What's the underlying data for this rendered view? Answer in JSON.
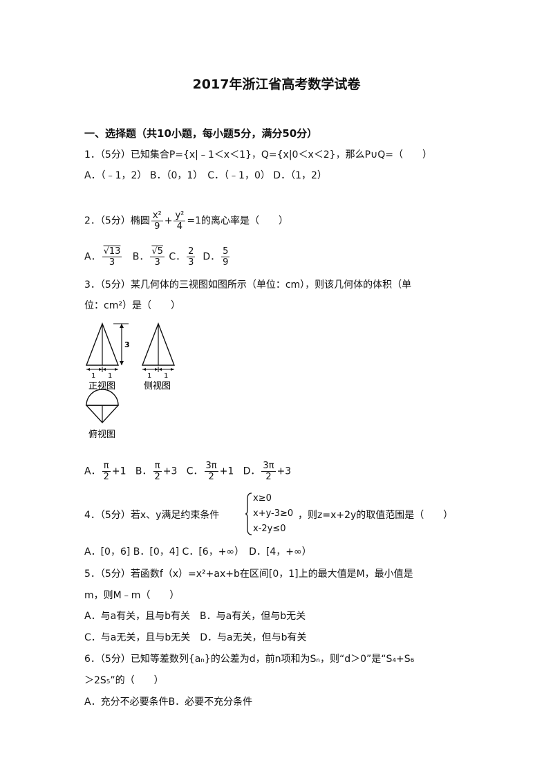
{
  "title": "2017年浙江省高考数学试卷",
  "section": "一、选择题（共10小题，每小题5分，满分50分）",
  "q1": {
    "stem": "1．（5分）已知集合P={x|﹣1＜x＜1}，Q={x|0＜x＜2}，那么P∪Q=（　　）",
    "options": "A．（﹣1，2） B．（0，1）　C．（﹣1，0） D．（1，2）"
  },
  "q2": {
    "prefix": "2．（5分）椭圆",
    "f1_num": "x²",
    "f1_den": "9",
    "plus": "+",
    "f2_num": "y²",
    "f2_den": "4",
    "suffix": "=1的离心率是（　　）",
    "optA": "A．",
    "a_num": "√13",
    "a_den": "3",
    "optB": "B．",
    "b_num": "√5",
    "b_den": "3",
    "optC": "C．",
    "c_num": "2",
    "c_den": "3",
    "optD": "D．",
    "d_num": "5",
    "d_den": "9"
  },
  "q3": {
    "stem1": "3．（5分）某几何体的三视图如图所示（单位：cm），则该几何体的体积（单",
    "stem2": "位：cm²）是（　　）",
    "front_label": "正视图",
    "side_label": "侧视图",
    "top_label": "俯视图",
    "height_label": "3",
    "one": "1",
    "optA": "A．",
    "a_num": "π",
    "a_den": "2",
    "a_tail": "+1",
    "optB": "B．",
    "b_num": "π",
    "b_den": "2",
    "b_tail": "+3",
    "optC": "C．",
    "c_num": "3π",
    "c_den": "2",
    "c_tail": "+1",
    "optD": "D．",
    "d_num": "3π",
    "d_den": "2",
    "d_tail": "+3"
  },
  "q4": {
    "prefix": "4．（5分）若x、y满足约束条件",
    "c1": "x≥0",
    "c2": "x+y-3≥0",
    "c3": "x-2y≤0",
    "suffix": "，则z=x+2y的取值范围是（　　）",
    "options": "A．[0，6] B．[0，4] C．[6，+∞）　D．[4，+∞）"
  },
  "q5": {
    "stem1": "5．（5分）若函数f（x）=x²+ax+b在区间[0，1]上的最大值是M，最小值是",
    "stem2": "m，则M﹣m（　　）",
    "opt1": "A．与a有关，且与b有关　B．与a有关，但与b无关",
    "opt2": "C．与a无关，且与b无关　D．与a无关，但与b有关"
  },
  "q6": {
    "stem1": "6．（5分）已知等差数列{aₙ}的公差为d，前n项和为Sₙ，则“d＞0”是“S₄+S₆",
    "stem2": "＞2S₅”的（　　）",
    "opt1": "A．充分不必要条件B．必要不充分条件"
  }
}
